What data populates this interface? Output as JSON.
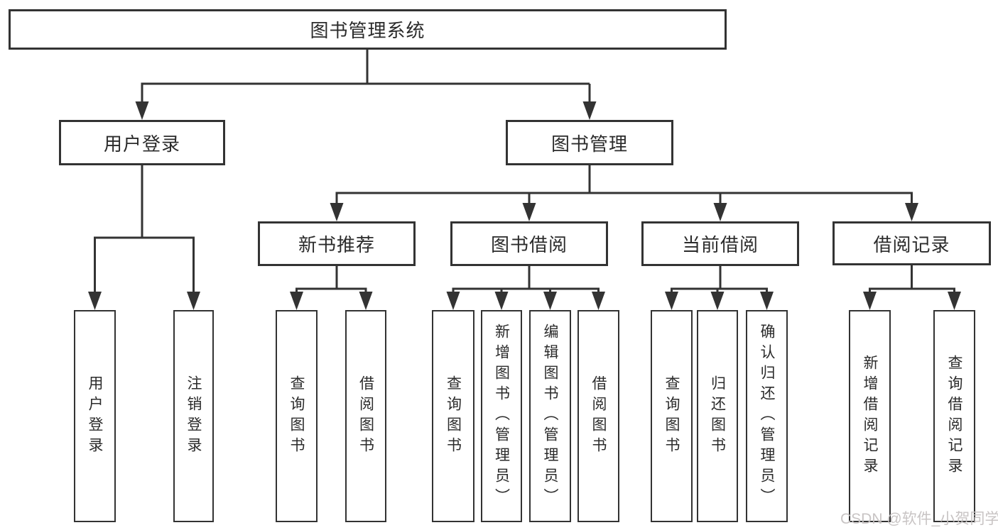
{
  "diagram": {
    "title": "图书管理系统",
    "tree": {
      "root": "图书管理系统",
      "branches": [
        {
          "label": "用户登录",
          "children": [
            {
              "label": "用户登录"
            },
            {
              "label": "注销登录"
            }
          ]
        },
        {
          "label": "图书管理",
          "children": [
            {
              "label": "新书推荐",
              "children": [
                {
                  "label": "查询图书"
                },
                {
                  "label": "借阅图书"
                }
              ]
            },
            {
              "label": "图书借阅",
              "children": [
                {
                  "label": "查询图书"
                },
                {
                  "label": "新增图书（管理员）"
                },
                {
                  "label": "编辑图书（管理员）"
                },
                {
                  "label": "借阅图书"
                }
              ]
            },
            {
              "label": "当前借阅",
              "children": [
                {
                  "label": "查询图书"
                },
                {
                  "label": "归还图书"
                },
                {
                  "label": "确认归还（管理员）"
                }
              ]
            },
            {
              "label": "借阅记录",
              "children": [
                {
                  "label": "新增借阅记录"
                },
                {
                  "label": "查询借阅记录"
                }
              ]
            }
          ]
        }
      ]
    },
    "colors": {
      "line": "#333333",
      "box_border": "#333333",
      "text": "#2b2b2b",
      "watermark": "#c5c1c1",
      "background": "#ffffff"
    }
  },
  "watermark": {
    "text": "CSDN @软件_小贺同学"
  }
}
